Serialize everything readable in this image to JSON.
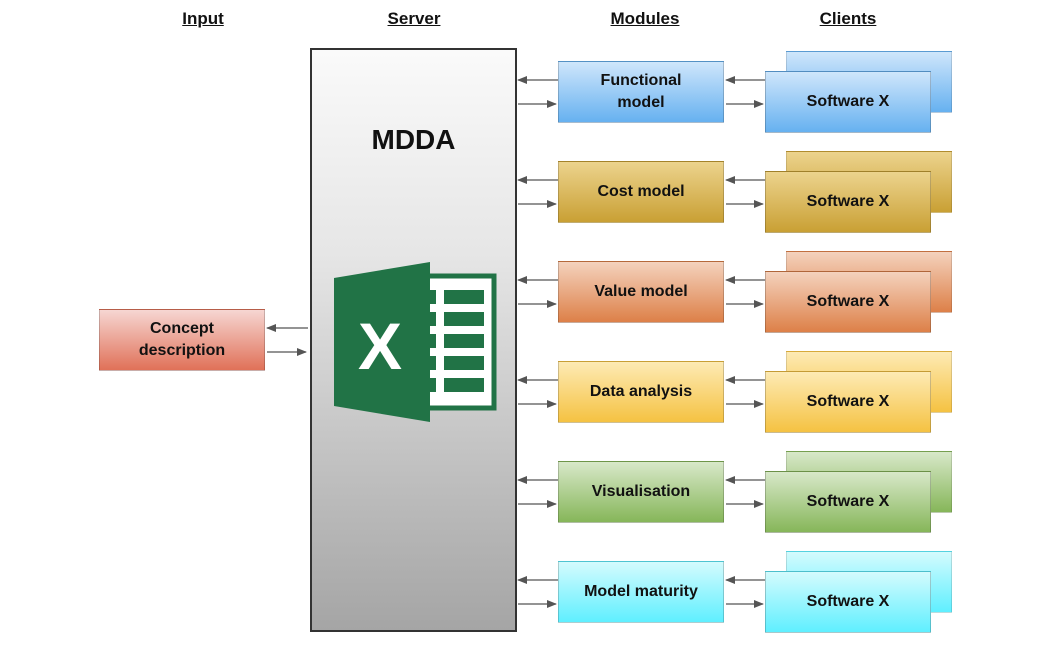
{
  "headers": {
    "input": "Input",
    "server": "Server",
    "modules": "Modules",
    "clients": "Clients"
  },
  "input_box": {
    "label_line1": "Concept",
    "label_line2": "description"
  },
  "server": {
    "title": "MDDA",
    "icon": "excel-icon"
  },
  "modules": [
    {
      "line1": "Functional",
      "line2": "model",
      "client": "Software X",
      "color_top": "#cfe6fb",
      "color_bottom": "#66b1f0"
    },
    {
      "line1": "Cost model",
      "line2": "",
      "client": "Software X",
      "color_top": "#ecd38d",
      "color_bottom": "#c9a034"
    },
    {
      "line1": "Value model",
      "line2": "",
      "client": "Software X",
      "color_top": "#f4d2bd",
      "color_bottom": "#dd8048"
    },
    {
      "line1": "Data analysis",
      "line2": "",
      "client": "Software X",
      "color_top": "#fdeab4",
      "color_bottom": "#f5c242"
    },
    {
      "line1": "Visualisation",
      "line2": "",
      "client": "Software X",
      "color_top": "#d8e8c9",
      "color_bottom": "#86b659"
    },
    {
      "line1": "Model maturity",
      "line2": "",
      "client": "Software X",
      "color_top": "#d4fbfd",
      "color_bottom": "#5fefff"
    }
  ],
  "input_colors": {
    "top": "#f6d6d2",
    "bottom": "#e07158"
  },
  "arrow_color": "#555555"
}
